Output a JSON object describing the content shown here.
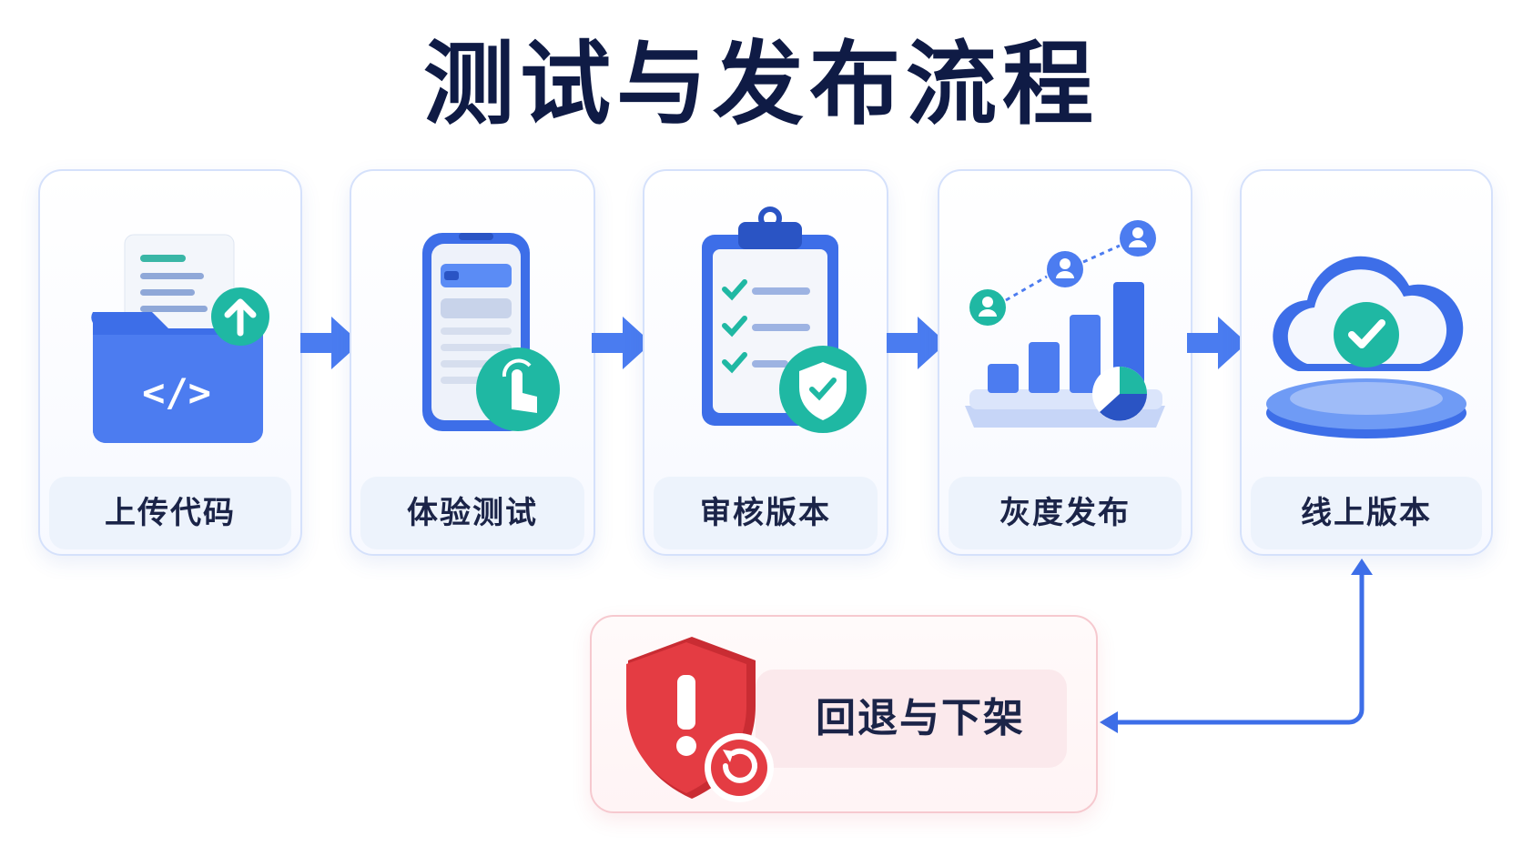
{
  "title": "测试与发布流程",
  "steps": [
    {
      "label": "上传代码",
      "icon": "code-folder-upload-icon"
    },
    {
      "label": "体验测试",
      "icon": "phone-tap-icon"
    },
    {
      "label": "审核版本",
      "icon": "checklist-shield-icon"
    },
    {
      "label": "灰度发布",
      "icon": "users-bar-chart-icon"
    },
    {
      "label": "线上版本",
      "icon": "cloud-check-icon"
    }
  ],
  "rollback": {
    "label": "回退与下架",
    "icon": "warning-shield-undo-icon"
  },
  "colors": {
    "title": "#0f1b45",
    "primary_blue": "#3d6ee8",
    "teal": "#1fb8a3",
    "danger_red": "#e43c43",
    "card_border": "#d5e1fb",
    "label_bg": "#edf3fc"
  }
}
